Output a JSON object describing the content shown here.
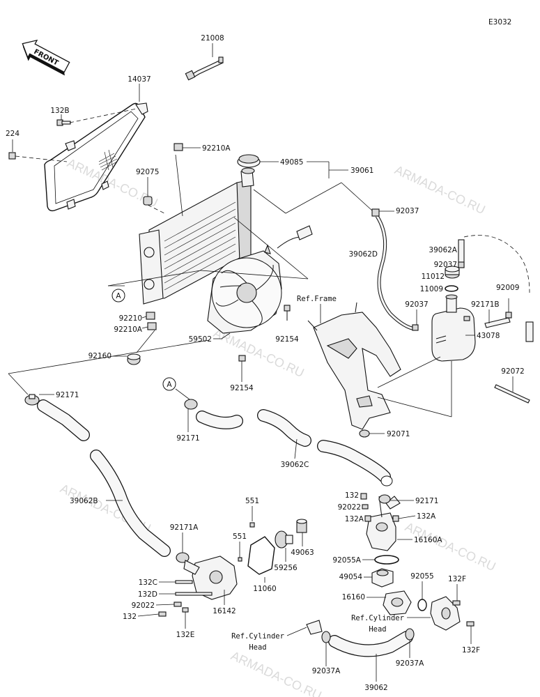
{
  "page_code": "E3032",
  "front_label": "FRONT",
  "watermark": "ARMADA-CO.RU",
  "callout": "A",
  "refs": {
    "frame": "Ref.Frame",
    "cylinder_head_1": "Ref.Cylinder",
    "cylinder_head_2": "Head"
  },
  "parts": {
    "p21008": "21008",
    "p14037": "14037",
    "p132B": "132B",
    "p224": "224",
    "p92210A_top": "92210A",
    "p49085": "49085",
    "p39061": "39061",
    "p92075": "92075",
    "p92037_a": "92037",
    "p39062D": "39062D",
    "p39062A": "39062A",
    "p92037_b": "92037",
    "p11012": "11012",
    "p11009": "11009",
    "p92009": "92009",
    "p92037_c": "92037",
    "p92171B": "92171B",
    "p92210": "92210",
    "p92210A_bot": "92210A",
    "p92154_a": "92154",
    "p59502": "59502",
    "p43078": "43078",
    "p92160": "92160",
    "p92154_b": "92154",
    "p92072": "92072",
    "p92171_a": "92171",
    "p92171_b": "92171",
    "p92071": "92071",
    "p39062C": "39062C",
    "p39062B": "39062B",
    "p132_a": "132",
    "p92022_a": "92022",
    "p132A_a": "132A",
    "p132A_b": "132A",
    "p92171_c": "92171",
    "p551_a": "551",
    "p551_b": "551",
    "p92171A": "92171A",
    "p16160A": "16160A",
    "p49063": "49063",
    "p59256": "59256",
    "p92055A": "92055A",
    "p49054": "49054",
    "p92055": "92055",
    "p132F_a": "132F",
    "p11060": "11060",
    "p132C": "132C",
    "p132D": "132D",
    "p92022_b": "92022",
    "p132_b": "132",
    "p16142": "16142",
    "p132E": "132E",
    "p16160": "16160",
    "p132F_b": "132F",
    "p92037A_a": "92037A",
    "p39062": "39062",
    "p92037A_b": "92037A"
  }
}
